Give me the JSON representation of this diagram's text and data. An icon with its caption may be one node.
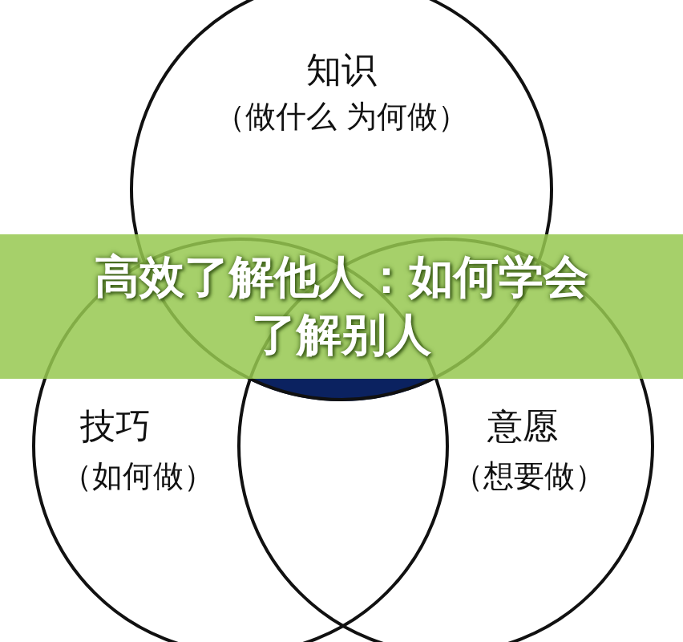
{
  "diagram": {
    "title": "高效了解他人：如何学会了解别人",
    "nodes": [
      {
        "text": [
          "知识",
          "（做什么 为何做）"
        ]
      },
      {
        "text": [
          "技巧",
          "（如何做）"
        ]
      },
      {
        "text": [
          "意愿",
          "（想要做）"
        ]
      },
      {
        "text": [],
        "shape": "region"
      }
    ]
  }
}
